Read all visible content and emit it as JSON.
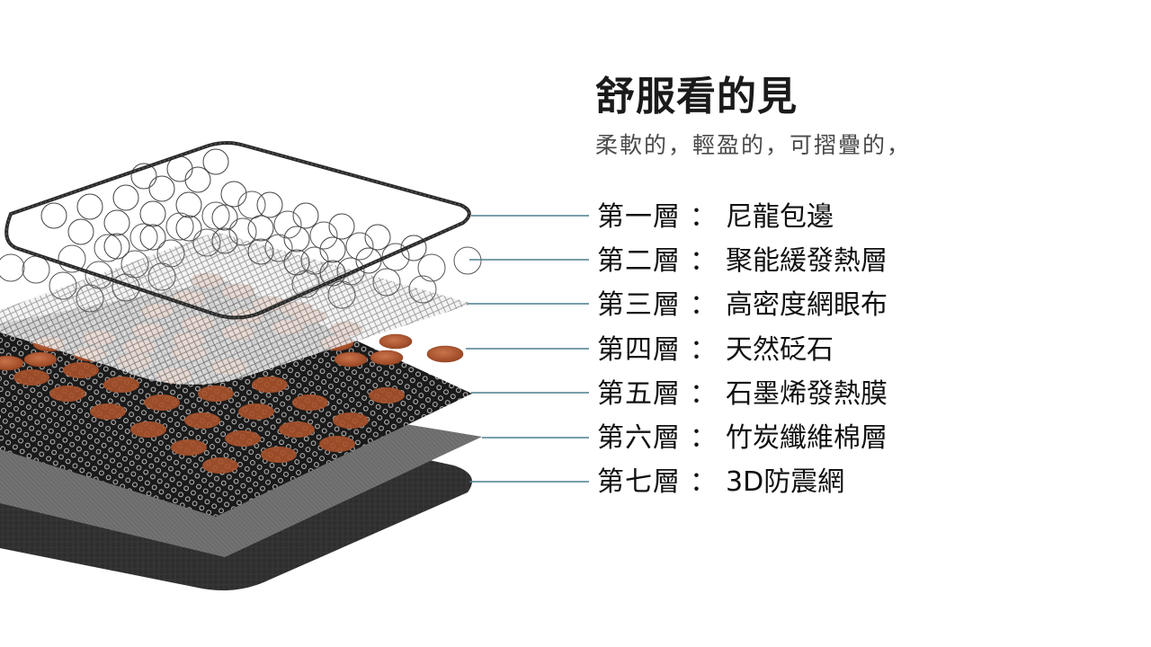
{
  "heading": {
    "title": "舒服看的見",
    "subtitle": "柔軟的，輕盈的，可摺疊的，"
  },
  "layers": [
    {
      "number": "第一層",
      "separator": "：",
      "name": "尼龍包邊",
      "icon": "nylon-edge-binding",
      "color": "#2b2b2b"
    },
    {
      "number": "第二層",
      "separator": "：",
      "name": "聚能緩發熱層",
      "icon": "spring-coil-ring-layer",
      "color": "#bfbfbf"
    },
    {
      "number": "第三層",
      "separator": "：",
      "name": "高密度網眼布",
      "icon": "mesh-fabric-layer",
      "color": "#d8d8d8"
    },
    {
      "number": "第四層",
      "separator": "：",
      "name": "天然砭石",
      "icon": "stone-disc",
      "color": "#a9532c"
    },
    {
      "number": "第五層",
      "separator": "：",
      "name": "石墨烯發熱膜",
      "icon": "graphene-hex-film",
      "color": "#111111"
    },
    {
      "number": "第六層",
      "separator": "：",
      "name": "竹炭纖維棉層",
      "icon": "charcoal-fiber-sheet",
      "color": "#6f6f6f"
    },
    {
      "number": "第七層",
      "separator": "：",
      "name": "3D防震網",
      "icon": "shockproof-mesh-base",
      "color": "#2a2a2a"
    }
  ],
  "accent_colors": {
    "leader_line": "#4a7f8c",
    "stone": "#a9532c",
    "stone_highlight": "#c9734a"
  }
}
